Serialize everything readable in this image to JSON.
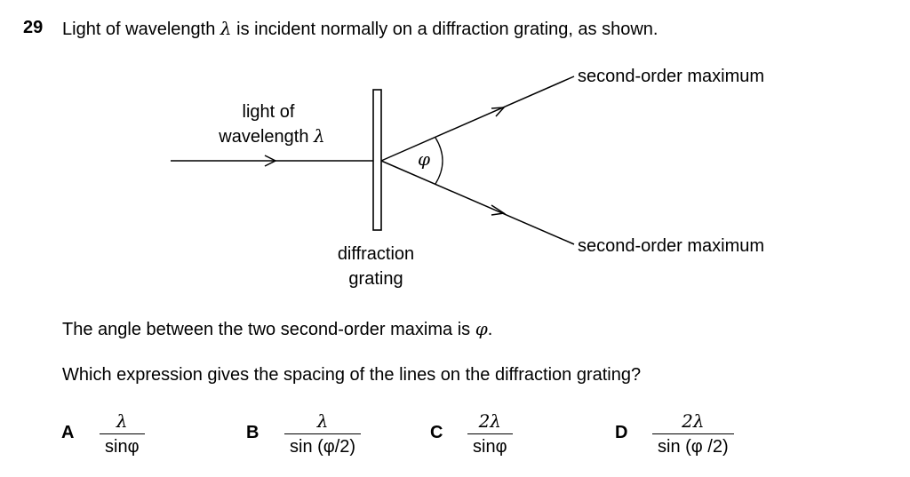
{
  "question": {
    "number": "29",
    "stem_before": "Light of wavelength ",
    "stem_symbol": "λ",
    "stem_after": " is incident normally on a diffraction grating, as shown."
  },
  "diagram": {
    "light_label_line1": "light of",
    "light_label_line2": "wavelength ",
    "light_label_symbol": "λ",
    "grating_label_line1": "diffraction",
    "grating_label_line2": "grating",
    "angle_symbol": "φ",
    "upper_beam_label": "second-order maximum",
    "lower_beam_label": "second-order maximum"
  },
  "text": {
    "angle_statement_before": "The angle between the two second-order maxima is ",
    "angle_statement_symbol": "φ",
    "angle_statement_after": ".",
    "question_line": "Which expression gives the spacing of the lines on the diffraction grating?"
  },
  "options": [
    {
      "letter": "A",
      "numerator": "λ",
      "denominator": "sinφ"
    },
    {
      "letter": "B",
      "numerator": "λ",
      "denominator": "sin (φ/2)"
    },
    {
      "letter": "C",
      "numerator": "2λ",
      "denominator": "sinφ"
    },
    {
      "letter": "D",
      "numerator": "2λ",
      "denominator": "sin (φ /2)"
    }
  ]
}
